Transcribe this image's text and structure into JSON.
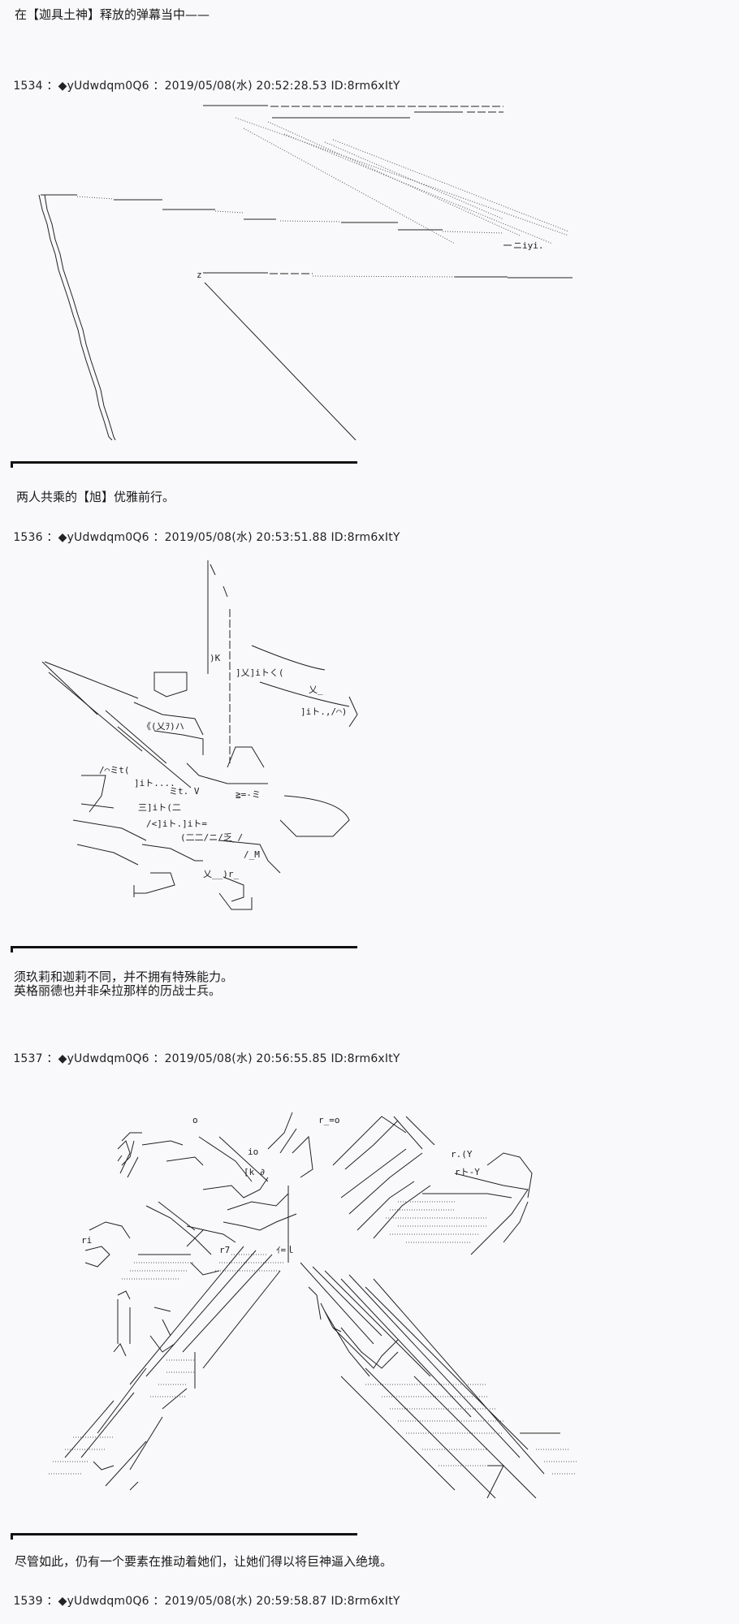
{
  "narration": [
    "在【迦具土神】释放的弹幕当中——",
    "两人共乘的【旭】优雅前行。",
    "须玖莉和迦莉不同，并不拥有特殊能力。",
    "英格丽德也并非朵拉那样的历战士兵。",
    "尽管如此，仍有一个要素在推动着她们，让她们得以将巨神逼入绝境。"
  ],
  "posts": [
    {
      "number": "1534",
      "sep": "：",
      "trip": "◆yUdwdqm0Q6",
      "date": "2019/05/08(水) 20:52:28.53",
      "id": "ID:8rm6xItY"
    },
    {
      "number": "1536",
      "sep": "：",
      "trip": "◆yUdwdqm0Q6",
      "date": "2019/05/08(水) 20:53:51.88",
      "id": "ID:8rm6xItY"
    },
    {
      "number": "1537",
      "sep": "：",
      "trip": "◆yUdwdqm0Q6",
      "date": "2019/05/08(水) 20:56:55.85",
      "id": "ID:8rm6xItY"
    },
    {
      "number": "1539",
      "sep": "：",
      "trip": "◆yUdwdqm0Q6",
      "date": "2019/05/08(水) 20:59:58.87",
      "id": "ID:8rm6xItY"
    }
  ],
  "art": {
    "beam_label": "ニiyi.",
    "z_mark": "z",
    "robot_labels": [
      ")K",
      "]乂]iトく(",
      "乂_",
      "]iト.,/⌒)",
      "《(乂ｦ)ハ",
      "/⌒ミt(",
      "]iト....",
      "三]iト(二",
      "ミt. V",
      "≧=-ミ",
      "/<]iト.]iト=",
      "(二二/ニ/乏_/",
      "/_M",
      "乂__)r_"
    ],
    "mech_labels": [
      "o",
      "r_=o",
      "io",
      "[k ∂",
      "r.(Y",
      "rト-Y",
      "ri",
      "r7",
      "ｲ=ｌ"
    ]
  }
}
